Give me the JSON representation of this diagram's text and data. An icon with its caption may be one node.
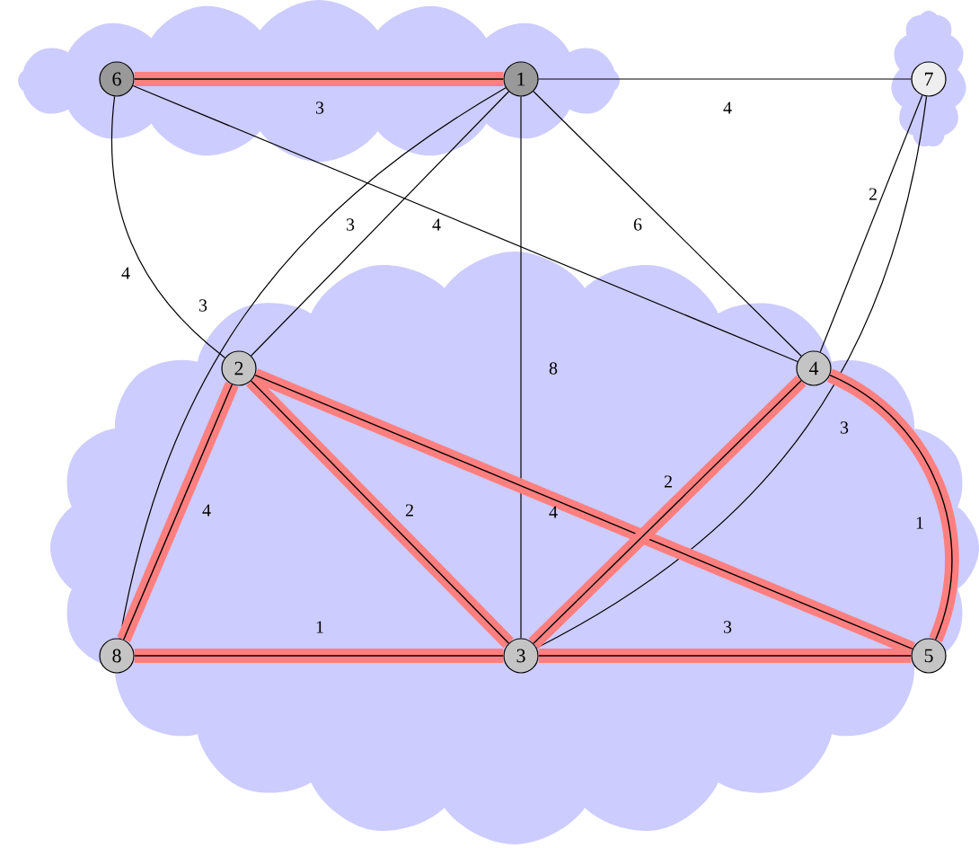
{
  "diagram": {
    "nodes": [
      {
        "text": [],
        "shape": "cloud"
      },
      {
        "text": [],
        "shape": "cloud"
      },
      {
        "text": [],
        "shape": "cloud"
      },
      {
        "text": [
          "6"
        ],
        "in": 0
      },
      {
        "text": [
          "1"
        ],
        "in": 0
      },
      {
        "text": [
          "7"
        ],
        "in": 1
      },
      {
        "text": [
          "2"
        ],
        "in": 2
      },
      {
        "text": [
          "4"
        ],
        "in": 2
      },
      {
        "text": [
          "8"
        ],
        "in": 2
      },
      {
        "text": [
          "3"
        ],
        "in": 2
      },
      {
        "text": [
          "5"
        ],
        "in": 2
      }
    ],
    "edges": [
      {
        "from": 3,
        "to": 4,
        "arrow": "none",
        "label": "3",
        "style": "thick",
        "color": "#ff7f7f"
      },
      {
        "from": 4,
        "to": 5,
        "arrow": "none",
        "label": "4"
      },
      {
        "from": 3,
        "to": 7,
        "arrow": "none",
        "label": "4"
      },
      {
        "from": 3,
        "to": 6,
        "arrow": "none",
        "label": "4"
      },
      {
        "from": 4,
        "to": 6,
        "arrow": "none",
        "label": "3"
      },
      {
        "from": 4,
        "to": 8,
        "arrow": "none",
        "label": "3"
      },
      {
        "from": 4,
        "to": 7,
        "arrow": "none",
        "label": "6"
      },
      {
        "from": 4,
        "to": 9,
        "arrow": "none",
        "label": "8"
      },
      {
        "from": 5,
        "to": 7,
        "arrow": "none",
        "label": "2"
      },
      {
        "from": 5,
        "to": 9,
        "arrow": "none",
        "label": "3"
      },
      {
        "from": 6,
        "to": 8,
        "arrow": "none",
        "label": "4",
        "style": "thick",
        "color": "#ff7f7f"
      },
      {
        "from": 6,
        "to": 9,
        "arrow": "none",
        "label": "2",
        "style": "thick",
        "color": "#ff7f7f"
      },
      {
        "from": 6,
        "to": 10,
        "arrow": "none",
        "label": "4",
        "style": "thick",
        "color": "#ff7f7f"
      },
      {
        "from": 7,
        "to": 9,
        "arrow": "none",
        "label": "2",
        "style": "thick",
        "color": "#ff7f7f"
      },
      {
        "from": 7,
        "to": 10,
        "arrow": "none",
        "label": "1",
        "style": "thick",
        "color": "#ff7f7f"
      },
      {
        "from": 8,
        "to": 9,
        "arrow": "none",
        "label": "1",
        "style": "thick",
        "color": "#ff7f7f"
      },
      {
        "from": 9,
        "to": 10,
        "arrow": "none",
        "label": "3",
        "style": "thick",
        "color": "#ff7f7f"
      }
    ]
  }
}
